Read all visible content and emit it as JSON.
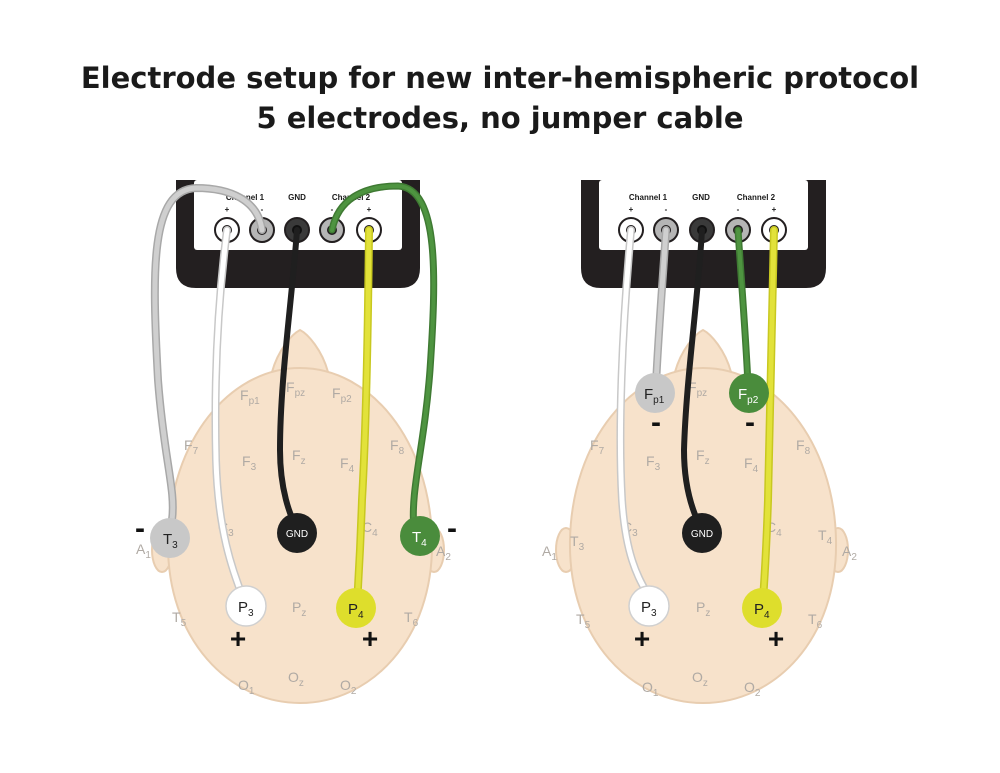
{
  "title": {
    "line1": "Electrode setup for new inter-hemispheric protocol",
    "line2": "5 electrodes, no jumper cable"
  },
  "device": {
    "channel1": "Channel 1",
    "channel2": "Channel 2",
    "gnd": "GND",
    "plus": "+",
    "minus": "-"
  },
  "sites": {
    "fp1": {
      "main": "F",
      "sub": "p1"
    },
    "fpz": {
      "main": "F",
      "sub": "pz"
    },
    "fp2": {
      "main": "F",
      "sub": "p2"
    },
    "f7": {
      "main": "F",
      "sub": "7"
    },
    "f3": {
      "main": "F",
      "sub": "3"
    },
    "fz": {
      "main": "F",
      "sub": "z"
    },
    "f4": {
      "main": "F",
      "sub": "4"
    },
    "f8": {
      "main": "F",
      "sub": "8"
    },
    "c3": {
      "main": "C",
      "sub": "3"
    },
    "c4": {
      "main": "C",
      "sub": "4"
    },
    "t3": {
      "main": "T",
      "sub": "3"
    },
    "t4": {
      "main": "T",
      "sub": "4"
    },
    "a1": {
      "main": "A",
      "sub": "1"
    },
    "a2": {
      "main": "A",
      "sub": "2"
    },
    "t5": {
      "main": "T",
      "sub": "5"
    },
    "t6": {
      "main": "T",
      "sub": "6"
    },
    "pz": {
      "main": "P",
      "sub": "z"
    },
    "o1": {
      "main": "O",
      "sub": "1"
    },
    "oz": {
      "main": "O",
      "sub": "z"
    },
    "o2": {
      "main": "O",
      "sub": "2"
    }
  },
  "electrodes": {
    "t3": {
      "main": "T",
      "sub": "3"
    },
    "t4": {
      "main": "T",
      "sub": "4"
    },
    "p3": {
      "main": "P",
      "sub": "3"
    },
    "p4": {
      "main": "P",
      "sub": "4"
    },
    "fp1": {
      "main": "F",
      "sub": "p1"
    },
    "fp2": {
      "main": "F",
      "sub": "p2"
    },
    "gnd": "GND"
  },
  "signs": {
    "plus": "+",
    "minus": "-"
  },
  "colors": {
    "head": "#f7e2cb",
    "head_outline": "#e8cdb0",
    "device": "#231f20",
    "white_lead": "#ffffff",
    "gray_lead": "#c8c8c8",
    "black_lead": "#1f1f1f",
    "green_lead": "#4a8c3c",
    "yellow_lead": "#dede2c"
  }
}
